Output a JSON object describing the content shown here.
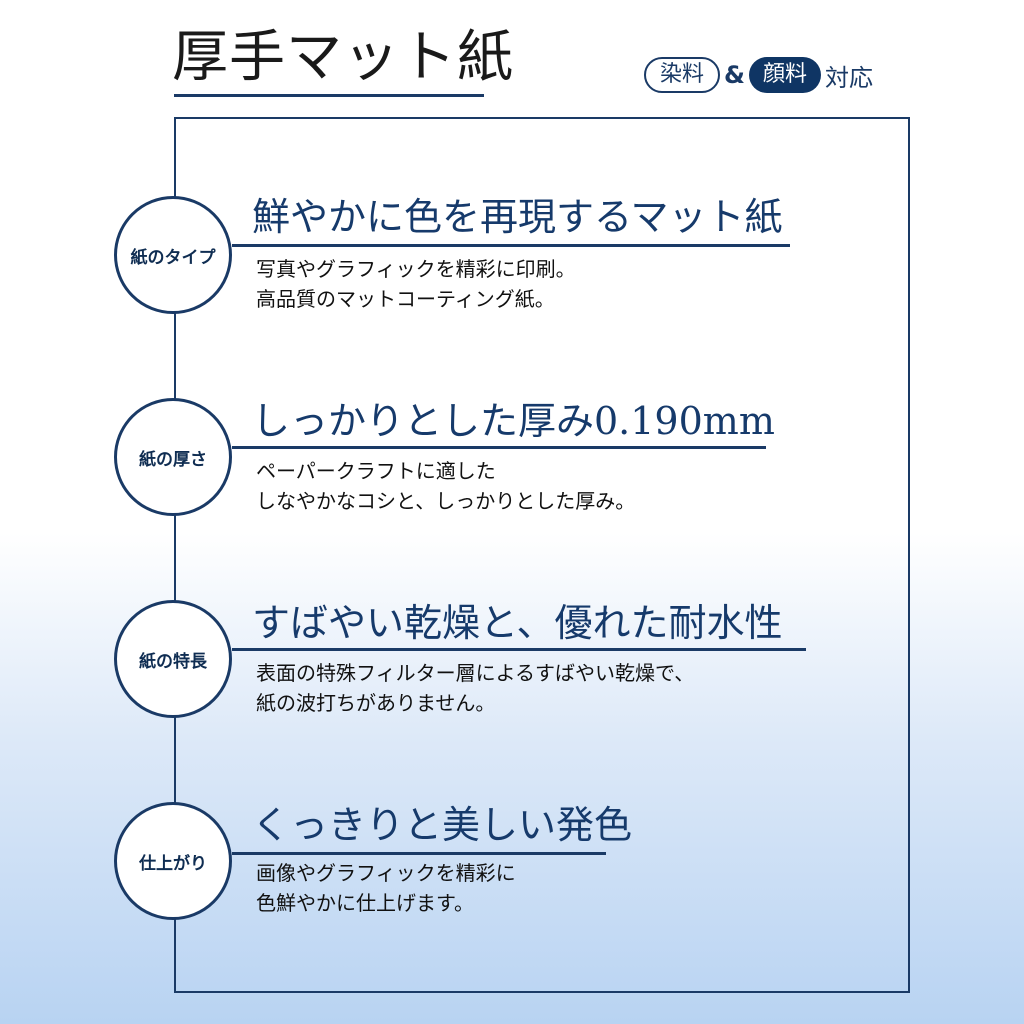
{
  "page": {
    "title": "厚手マット紙",
    "compat": {
      "dye": "染料",
      "amp": "&",
      "pigment": "顔料",
      "suffix": "対応"
    }
  },
  "sections": [
    {
      "tag": "紙のタイプ",
      "heading": "鮮やかに色を再現するマット紙",
      "lines": [
        "写真やグラフィックを精彩に印刷。",
        "高品質のマットコーティング紙。"
      ]
    },
    {
      "tag": "紙の厚さ",
      "heading": "しっかりとした厚み0.190mm",
      "lines": [
        "ペーパークラフトに適した",
        "しなやかなコシと、しっかりとした厚み。"
      ]
    },
    {
      "tag": "紙の特長",
      "heading": "すばやい乾燥と、優れた耐水性",
      "lines": [
        "表面の特殊フィルター層によるすばやい乾燥で、",
        "紙の波打ちがありません。"
      ]
    },
    {
      "tag": "仕上がり",
      "heading": "くっきりと美しい発色",
      "lines": [
        "画像やグラフィックを精彩に",
        "色鮮やかに仕上げます。"
      ]
    }
  ],
  "colors": {
    "navy": "#1a3a66",
    "pill_fill": "#0f3564",
    "heading": "#163a6b"
  }
}
